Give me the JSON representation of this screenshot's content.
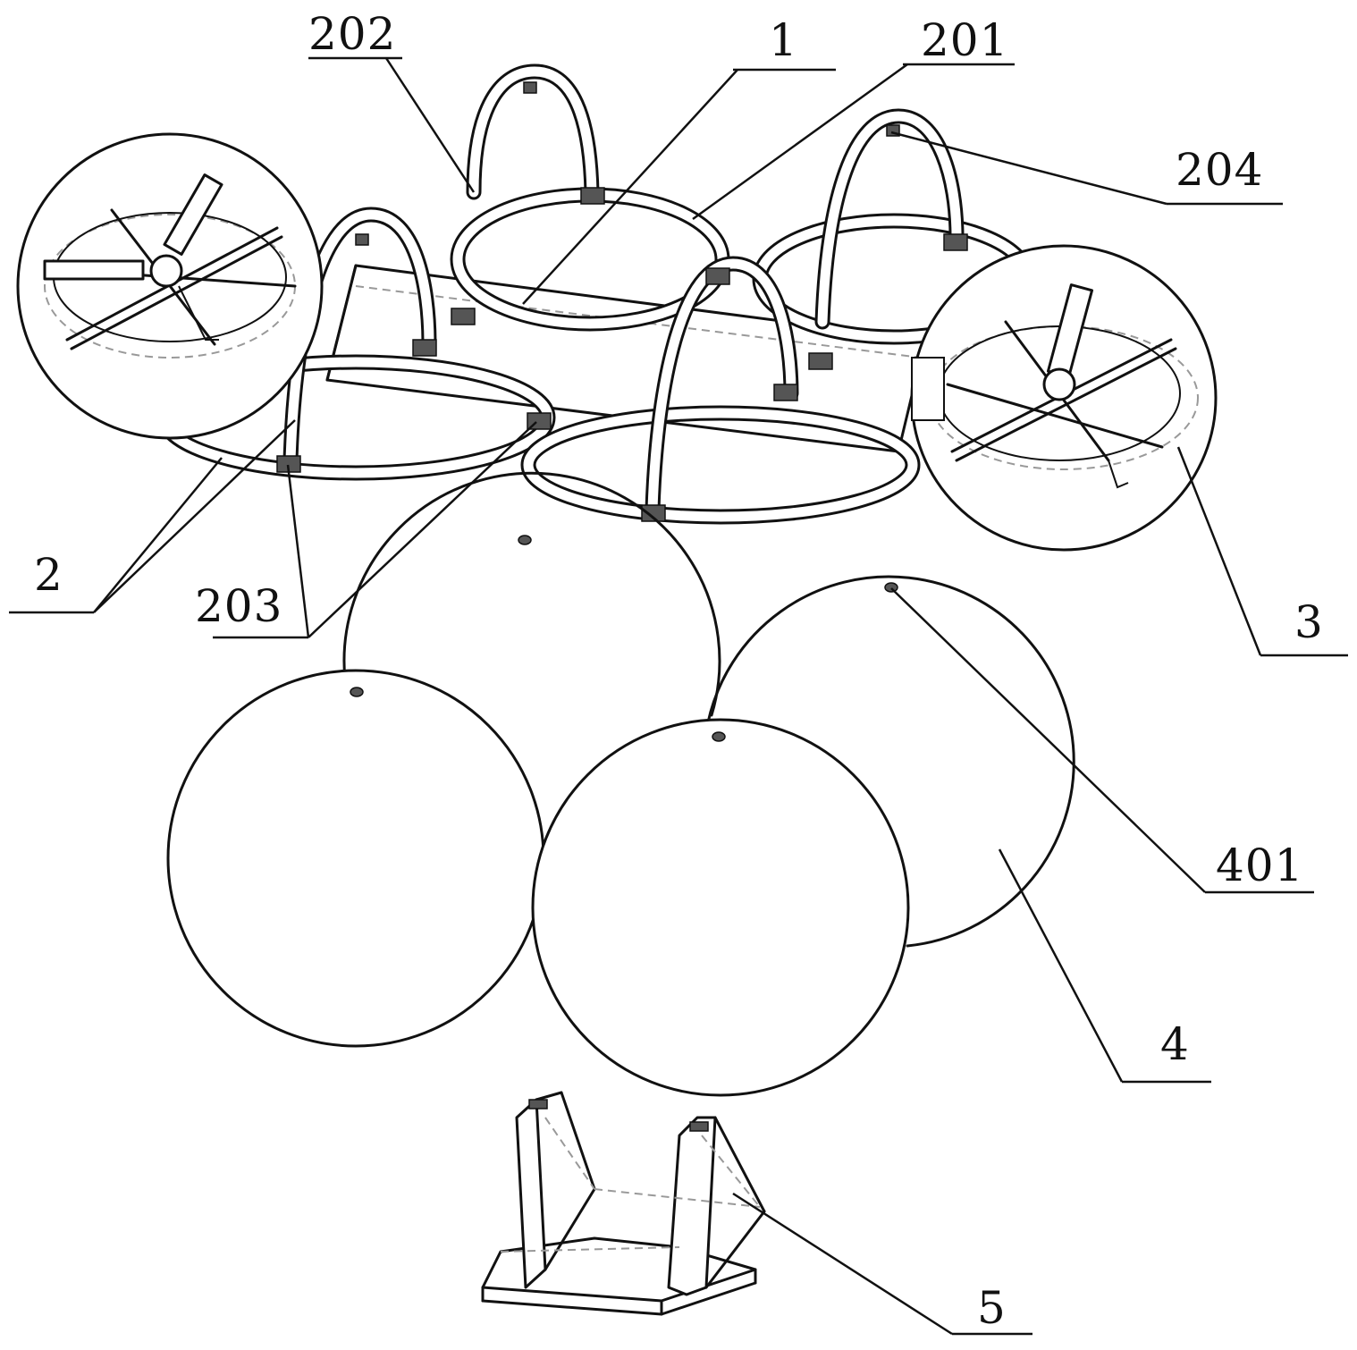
{
  "labels": {
    "l1": "1",
    "l2": "2",
    "l3": "3",
    "l4": "4",
    "l5": "5",
    "l201": "201",
    "l202": "202",
    "l203": "203",
    "l204": "204",
    "l401": "401"
  }
}
